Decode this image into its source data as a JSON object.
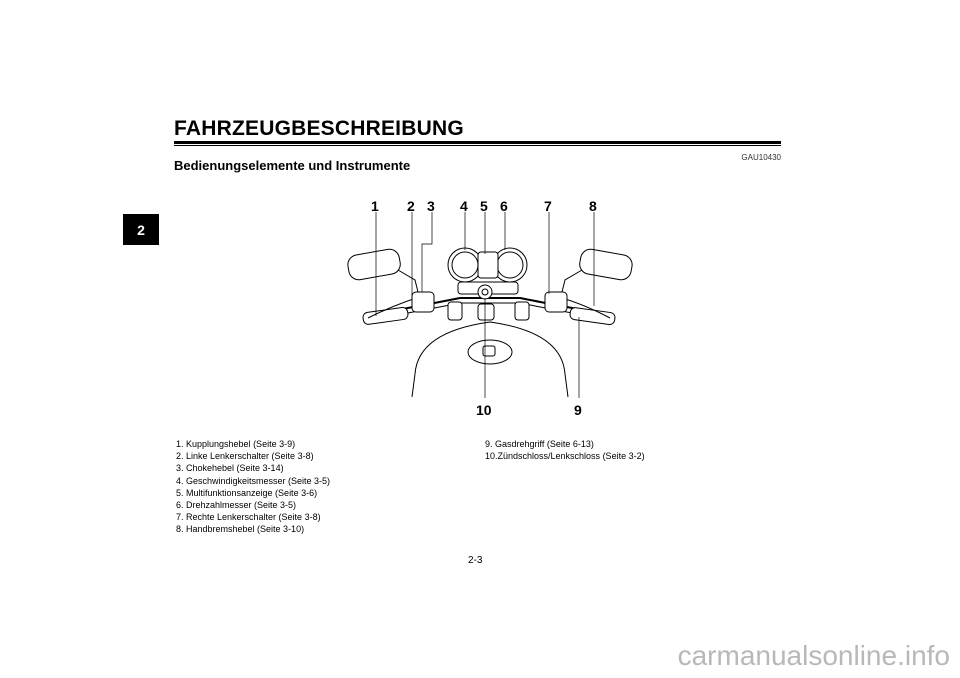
{
  "chapter": {
    "title": "FAHRZEUGBESCHREIBUNG",
    "tab": "2"
  },
  "doc_code": "GAU10430",
  "section_title": "Bedienungselemente und Instrumente",
  "figure": {
    "callouts": [
      "1",
      "2",
      "3",
      "4",
      "5",
      "6",
      "7",
      "8",
      "9",
      "10"
    ]
  },
  "legend_left": [
    "1. Kupplungshebel (Seite 3-9)",
    "2. Linke Lenkerschalter (Seite 3-8)",
    "3. Chokehebel (Seite 3-14)",
    "4. Geschwindigkeitsmesser (Seite 3-5)",
    "5. Multifunktionsanzeige (Seite 3-6)",
    "6. Drehzahlmesser (Seite 3-5)",
    "7. Rechte Lenkerschalter (Seite 3-8)",
    "8. Handbremshebel (Seite 3-10)"
  ],
  "legend_right": [
    "9. Gasdrehgriff (Seite 6-13)",
    "10.Zündschloss/Lenkschloss (Seite 3-2)"
  ],
  "page_number": "2-3",
  "watermark": "carmanualsonline.info"
}
